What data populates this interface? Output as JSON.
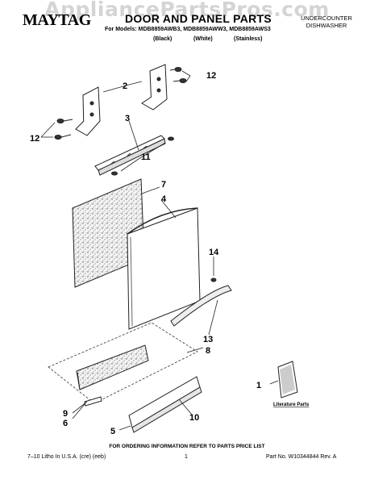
{
  "header": {
    "watermark": "AppliancePartsPros.com",
    "brand": "MAYTAG",
    "title": "DOOR AND PANEL PARTS",
    "appliance_type": "UNDERCOUNTER DISHWASHER",
    "models": "For Models: MDB8859AWB3, MDB8859AWW3, MDB8859AWS3",
    "colors": [
      "(Black)",
      "(White)",
      "(Stainless)"
    ]
  },
  "diagram": {
    "callouts": [
      "1",
      "2",
      "3",
      "4",
      "5",
      "6",
      "7",
      "8",
      "9",
      "10",
      "11",
      "12",
      "12",
      "13",
      "14"
    ],
    "literature_label": "Literature Parts"
  },
  "footer": {
    "note": "FOR ORDERING INFORMATION REFER TO PARTS PRICE LIST",
    "left": "7–10 Litho In U.S.A. (cre) (eeb)",
    "page": "1",
    "right": "Part No. W10344844 Rev. A"
  }
}
